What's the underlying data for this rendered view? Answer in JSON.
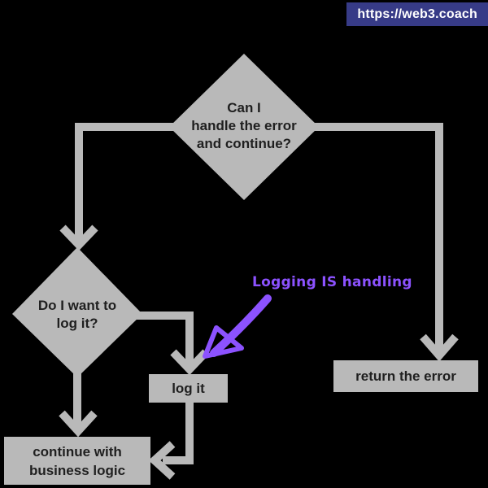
{
  "badge": {
    "label": "https://web3.coach"
  },
  "colors": {
    "background": "#000000",
    "shape_gray": "#b9b9b9",
    "shape_text": "#1f1f1f",
    "accent_purple": "#8c52ff",
    "badge_bg": "#373b87",
    "badge_text": "#ffffff"
  },
  "flowchart": {
    "decision_handle": {
      "line1": "Can I",
      "line2": "handle the error",
      "line3": "and continue?"
    },
    "decision_log": {
      "line1": "Do I want to",
      "line2": "log it?"
    },
    "box_log": {
      "label": "log it"
    },
    "box_return": {
      "label": "return the error"
    },
    "box_continue": {
      "line1": "continue with",
      "line2": "business logic"
    },
    "annotation": {
      "label": "Logging IS handling"
    }
  }
}
